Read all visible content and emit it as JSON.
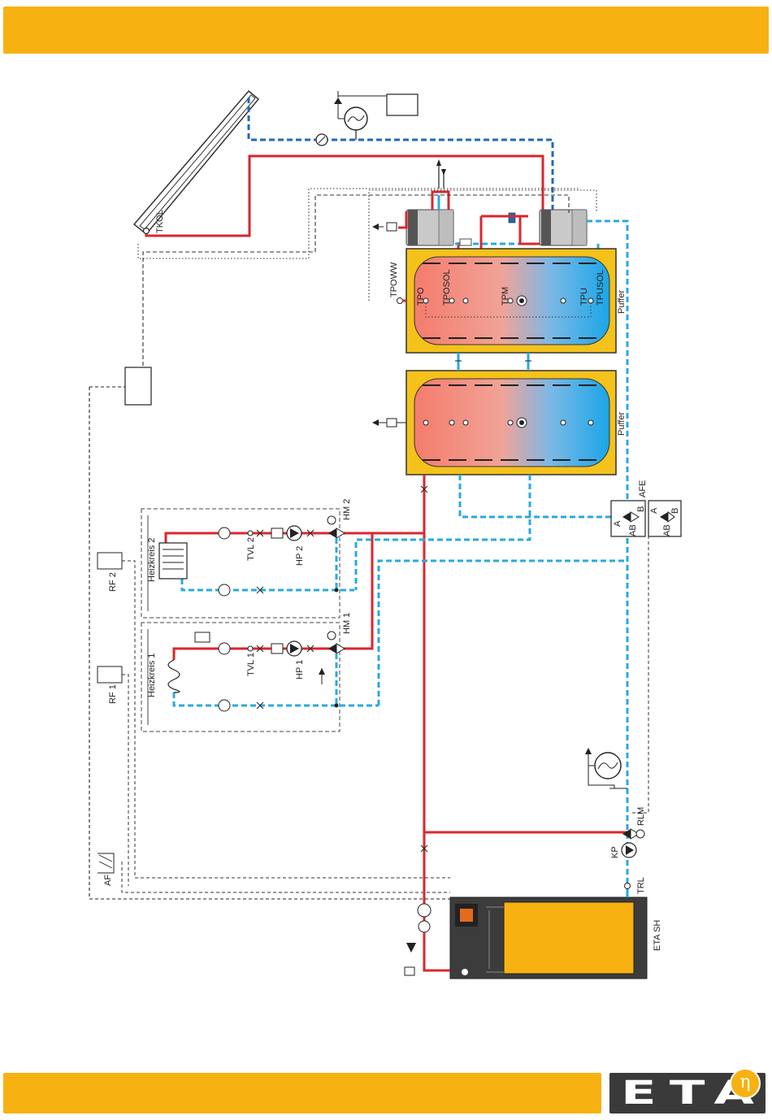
{
  "colors": {
    "accent": "#f7b212",
    "supply": "#d9272e",
    "return": "#2aa9e0",
    "solar_return": "#1f6ab5",
    "logo_bg": "#3a3a3a",
    "tank_outline": "#f4c21b"
  },
  "brand": {
    "logo_text": "ETA",
    "logo_badge": "η"
  },
  "labels": {
    "tkol": "TKOL",
    "tpoww": "TPOWW",
    "tpo": "TPO",
    "tposol": "TPOSOL",
    "tpm": "TPM",
    "tpu": "TPU",
    "tpusol": "TPUSOL",
    "puffer_top": "Puffer",
    "puffer_bottom": "Puffer",
    "afe": "AFE",
    "valve_a": "A",
    "valve_ab": "AB",
    "valve_b": "B",
    "valve2_a": "A",
    "valve2_ab": "AB",
    "valve2_b": "B",
    "hm2": "HM 2",
    "hp2": "HP 2",
    "tvl2": "TVL 2",
    "heizkreis2": "Heizkreis 2",
    "rf2": "RF 2",
    "hm1": "HM 1",
    "hp1": "HP 1",
    "tvl1": "TVL 1",
    "heizkreis1": "Heizkreis 1",
    "rf1": "RF 1",
    "af": "AF",
    "rlm": "RLM",
    "kp": "KP",
    "trl": "TRL",
    "boiler": "ETA SH"
  }
}
